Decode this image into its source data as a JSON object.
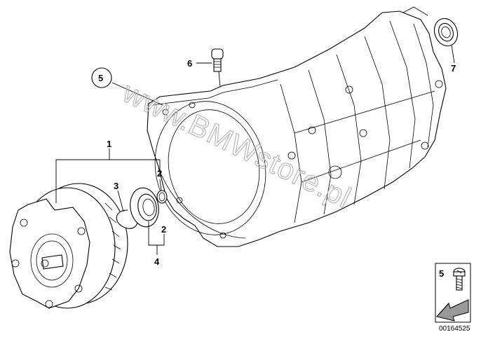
{
  "diagram": {
    "watermark": "www.BMWstore.pl",
    "document_number": "00164525",
    "labels": {
      "p1": "1",
      "p2a": "2",
      "p2b": "2",
      "p3": "3",
      "p4": "4",
      "p5": "5",
      "p6": "6",
      "p7": "7",
      "legend5": "5"
    },
    "icons": [
      "torque-converter",
      "gearbox-housing",
      "seal-ring",
      "snap-ring",
      "o-ring",
      "breather-plug",
      "shaft-seal",
      "bolt",
      "direction-arrow"
    ]
  }
}
